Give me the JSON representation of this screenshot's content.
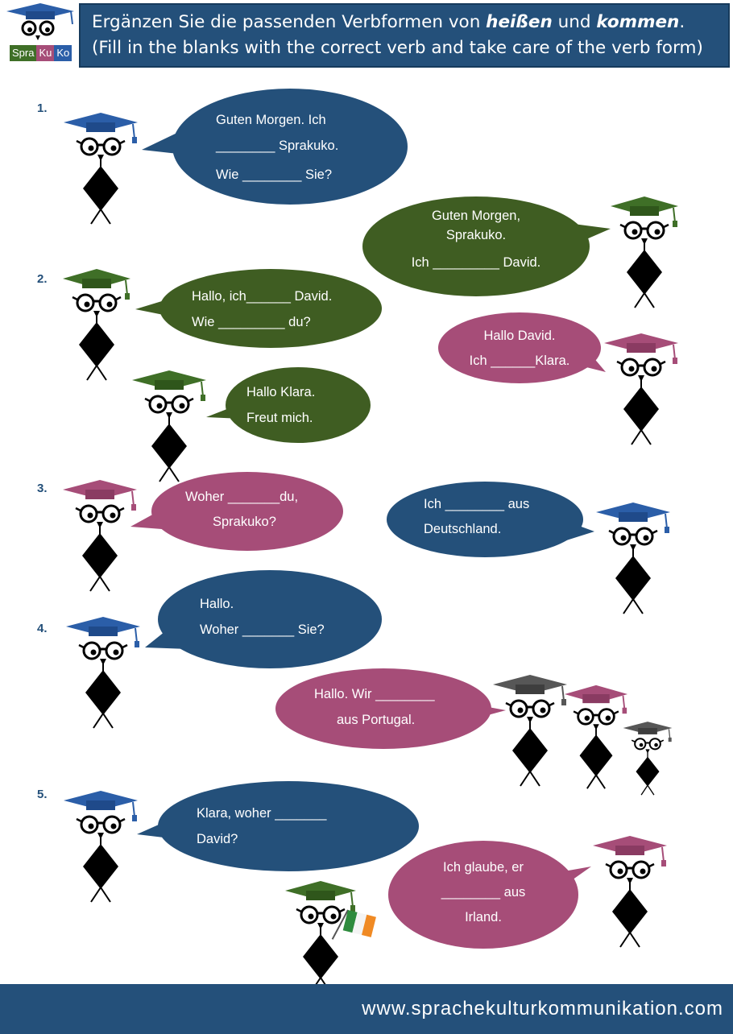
{
  "header": {
    "line1_pre": "Ergänzen Sie die passenden Verbformen von ",
    "verb1": "heißen",
    "line1_mid": " und ",
    "verb2": "kommen",
    "line1_end": ".",
    "line2": "(Fill in the blanks with the correct verb and take care of the verb form)"
  },
  "logo": {
    "part1": "Spra",
    "part2": "Ku",
    "part3": "Ko"
  },
  "colors": {
    "blue": "#24507a",
    "green": "#3f5d22",
    "pink": "#a64d78",
    "gray": "#575757"
  },
  "exercises": [
    {
      "number": "1.",
      "bubbles": [
        {
          "lines": [
            "Guten Morgen. Ich",
            "________ Sprakuko.",
            "Wie ________ Sie?"
          ]
        },
        {
          "lines": [
            "Guten Morgen,",
            "Sprakuko.",
            "Ich _________ David."
          ]
        }
      ]
    },
    {
      "number": "2.",
      "bubbles": [
        {
          "lines": [
            "Hallo, ich______ David.",
            "Wie _________ du?"
          ]
        },
        {
          "lines": [
            "Hallo David.",
            "Ich ______Klara."
          ]
        },
        {
          "lines": [
            "Hallo Klara.",
            "Freut mich."
          ]
        }
      ]
    },
    {
      "number": "3.",
      "bubbles": [
        {
          "lines": [
            "Woher _______du,",
            "Sprakuko?"
          ]
        },
        {
          "lines": [
            "Ich ________ aus",
            "Deutschland."
          ]
        }
      ]
    },
    {
      "number": "4.",
      "bubbles": [
        {
          "lines": [
            "Hallo.",
            "Woher _______ Sie?"
          ]
        },
        {
          "lines": [
            "Hallo. Wir ________",
            "aus Portugal."
          ]
        }
      ]
    },
    {
      "number": "5.",
      "bubbles": [
        {
          "lines": [
            "Klara, woher _______",
            "David?"
          ]
        },
        {
          "lines": [
            "Ich glaube, er",
            "________ aus",
            "Irland."
          ]
        }
      ]
    }
  ],
  "footer": {
    "url": "www.sprachekulturkommunikation.com"
  }
}
